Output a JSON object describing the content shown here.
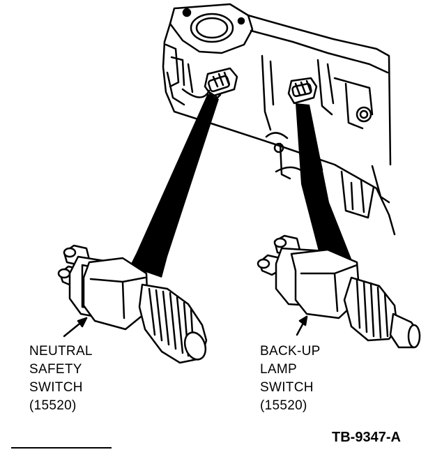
{
  "colors": {
    "ink": "#000000",
    "paper": "#ffffff"
  },
  "labels": {
    "neutral_safety_switch": [
      "NEUTRAL",
      "SAFETY",
      "SWITCH",
      "(15520)"
    ],
    "backup_lamp_switch": [
      "BACK-UP",
      "LAMP",
      "SWITCH",
      "(15520)"
    ]
  },
  "figure_id": "TB-9347-A"
}
